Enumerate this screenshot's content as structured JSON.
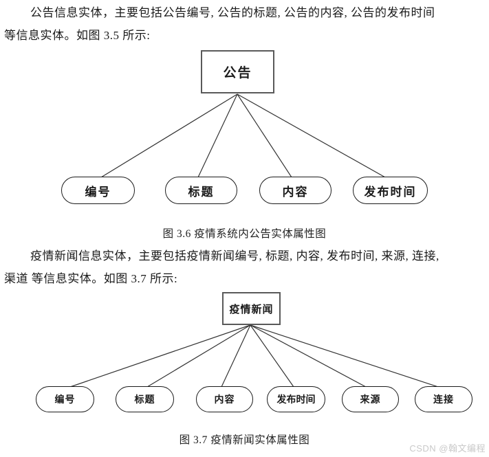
{
  "text": {
    "paragraph1_line1": "公告信息实体，主要包括公告编号, 公告的标题, 公告的内容, 公告的发布时间",
    "paragraph1_line2": "等信息实体。如图 3.5 所示:",
    "paragraph2_line1": "疫情新闻信息实体，主要包括疫情新闻编号, 标题, 内容, 发布时间, 来源, 连接,",
    "paragraph2_line2": "渠道 等信息实体。如图 3.7 所示:"
  },
  "diagram1": {
    "type": "entity-attribute-diagram",
    "root": "公告",
    "attributes": [
      "编号",
      "标题",
      "内容",
      "发布时间"
    ],
    "caption": "图 3.6 疫情系统内公告实体属性图"
  },
  "diagram2": {
    "type": "entity-attribute-diagram",
    "root": "疫情新闻",
    "attributes": [
      "编号",
      "标题",
      "内容",
      "发布时间",
      "来源",
      "连接"
    ],
    "caption": "图 3.7 疫情新闻实体属性图"
  },
  "watermark": {
    "text": "CSDN @翰文编程",
    "color": "#c9c9c9"
  },
  "colors": {
    "background": "#ffffff",
    "text": "#1a1a1a",
    "connector_line": "#333333",
    "rect_border": "#595959",
    "pill_border": "#1a1a1a"
  }
}
